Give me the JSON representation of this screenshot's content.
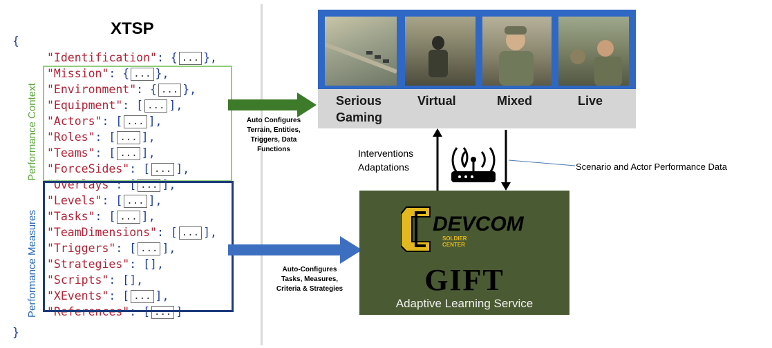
{
  "xtsp": {
    "title": "XTSP",
    "open_brace": "{",
    "close_brace": "}",
    "dots": "...",
    "lines": [
      {
        "key": "\"Identification\"",
        "sep": ": {",
        "end": "},"
      },
      {
        "key": "\"Mission\"",
        "sep": ": {",
        "end": "},"
      },
      {
        "key": "\"Environment\"",
        "sep": ": {",
        "end": "},"
      },
      {
        "key": "\"Equipment\"",
        "sep": ": [",
        "end": "],"
      },
      {
        "key": "\"Actors\"",
        "sep": ": [",
        "end": "],"
      },
      {
        "key": "\"Roles\"",
        "sep": ": [",
        "end": "],"
      },
      {
        "key": "\"Teams\"",
        "sep": ": [",
        "end": "],"
      },
      {
        "key": "\"ForceSides\"",
        "sep": ": [",
        "end": "],"
      },
      {
        "key": "\"Overlays\"",
        "sep": ": [",
        "end": "],"
      },
      {
        "key": "\"Levels\"",
        "sep": ": [",
        "end": "],"
      },
      {
        "key": "\"Tasks\"",
        "sep": ": [",
        "end": "],"
      },
      {
        "key": "\"TeamDimensions\"",
        "sep": ": [",
        "end": "],"
      },
      {
        "key": "\"Triggers\"",
        "sep": ": [",
        "end": "],"
      },
      {
        "key": "\"Strategies\"",
        "sep": ": [",
        "end": "],",
        "empty": true
      },
      {
        "key": "\"Scripts\"",
        "sep": ": [",
        "end": "],",
        "empty": true
      },
      {
        "key": "\"XEvents\"",
        "sep": ": [",
        "end": "],"
      },
      {
        "key": "\"References\"",
        "sep": ": [",
        "end": "]"
      }
    ],
    "context_label": "Performance Context",
    "measures_label": "Performance Measures"
  },
  "arrows": {
    "top_text": [
      "Auto Configures",
      "Terrain, Entities,",
      "Triggers, Data",
      "Functions"
    ],
    "bottom_text": [
      "Auto-Configures",
      "Tasks, Measures,",
      "Criteria & Strategies"
    ]
  },
  "modalities": [
    "Serious\nGaming",
    "Virtual",
    "Mixed",
    "Live"
  ],
  "comms": {
    "interventions": "Interventions",
    "adaptations": "Adaptations",
    "data_label": "Scenario and Actor Performance Data"
  },
  "gift": {
    "logo_text": "DEVCOM",
    "logo_sub1": "SOLDIER",
    "logo_sub2": "CENTER",
    "title": "GIFT",
    "subtitle": "Adaptive Learning Service"
  },
  "colors": {
    "key": "#b02437",
    "brace": "#1f3f9c",
    "context": "#8fcf7a",
    "measures": "#1e3a7c",
    "arrow": "#3d7a2a",
    "arrow2": "#3d6fc0",
    "mod_bg": "#2f67c4",
    "gift_bg": "#4a5a32"
  }
}
